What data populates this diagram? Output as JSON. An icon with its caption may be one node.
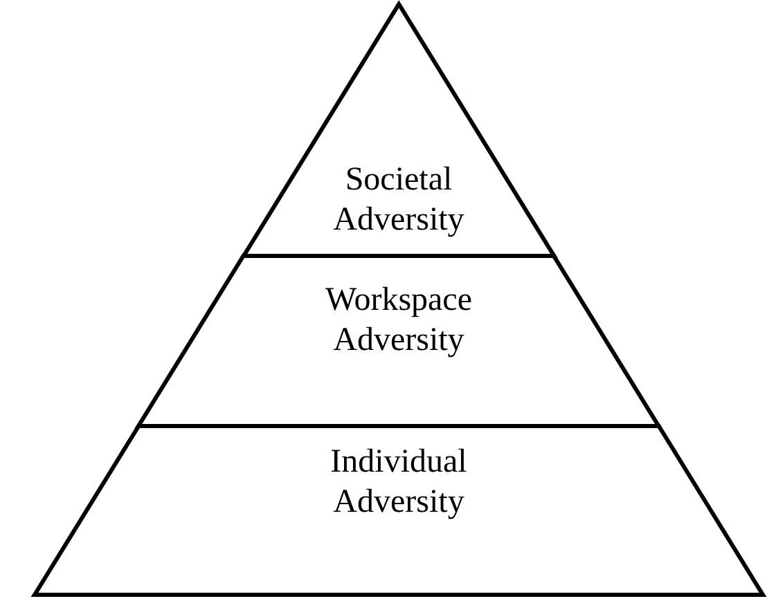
{
  "diagram": {
    "nodes": [
      {
        "text": [
          "Societal Adversity"
        ]
      },
      {
        "text": [
          "Workspace Adversity"
        ]
      },
      {
        "text": [
          "Individual Adversity"
        ]
      }
    ]
  }
}
